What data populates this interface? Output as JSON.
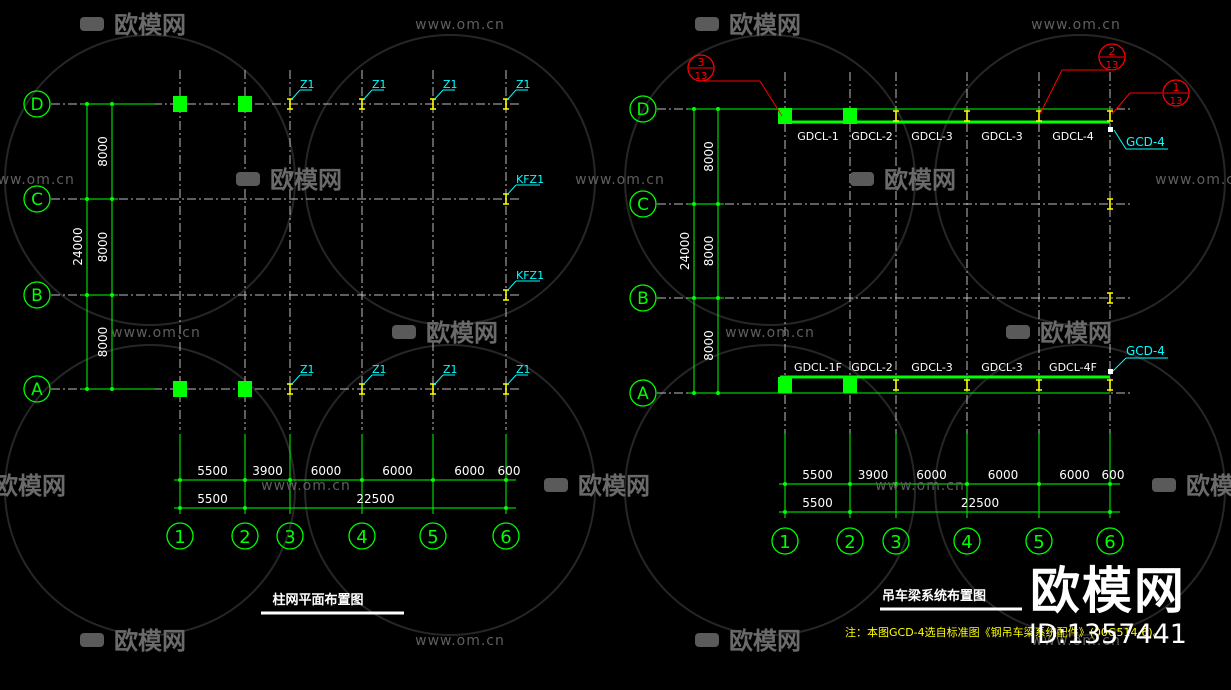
{
  "watermark": {
    "logo": "欧模网",
    "url": "www.om.cn"
  },
  "left_plan": {
    "title": "柱网平面布置图",
    "row_labels": [
      "D",
      "C",
      "B",
      "A"
    ],
    "col_labels": [
      "1",
      "2",
      "3",
      "4",
      "5",
      "6"
    ],
    "overall_dim": "24000",
    "row_dims": [
      "8000",
      "8000",
      "8000"
    ],
    "col_dims": [
      "5500",
      "3900",
      "6000",
      "6000",
      "6000",
      "600"
    ],
    "bottom_dims": [
      "5500",
      "22500"
    ],
    "column_tags": [
      "Z1",
      "Z1",
      "Z1",
      "Z1",
      "KFZ1",
      "KFZ1",
      "Z1",
      "Z1",
      "Z1",
      "Z1"
    ]
  },
  "right_plan": {
    "title": "吊车梁系统布置图",
    "row_labels": [
      "D",
      "C",
      "B",
      "A"
    ],
    "col_labels": [
      "1",
      "2",
      "3",
      "4",
      "5",
      "6"
    ],
    "overall_dim": "24000",
    "row_dims": [
      "8000",
      "8000",
      "8000"
    ],
    "col_dims": [
      "5500",
      "3900",
      "6000",
      "6000",
      "6000",
      "600"
    ],
    "bottom_dims": [
      "5500",
      "22500"
    ],
    "beams_top": [
      "GDCL-1",
      "GDCL-2",
      "GDCL-3",
      "GDCL-3",
      "GDCL-4"
    ],
    "beams_bottom": [
      "GDCL-1F",
      "GDCL-2",
      "GDCL-3",
      "GDCL-3",
      "GDCL-4F"
    ],
    "stop_tags": [
      "GCD-4",
      "GCD-4"
    ],
    "section_marks": [
      {
        "num": "3",
        "sheet": "13"
      },
      {
        "num": "2",
        "sheet": "13"
      },
      {
        "num": "1",
        "sheet": "13"
      }
    ],
    "note": "注：本图GCD-4选自标准图《钢吊车梁系统配件》(00G514-6)。"
  },
  "brand": {
    "name": "欧模网",
    "id": "ID:1357441"
  },
  "colors": {
    "grid": "#ffffff",
    "dimension": "#00ff00",
    "axis_bubble": "#00ff00",
    "column": "#00ff00",
    "steel_column": "#ffff00",
    "tag": "#00ffff",
    "section_mark": "#ff0000"
  }
}
